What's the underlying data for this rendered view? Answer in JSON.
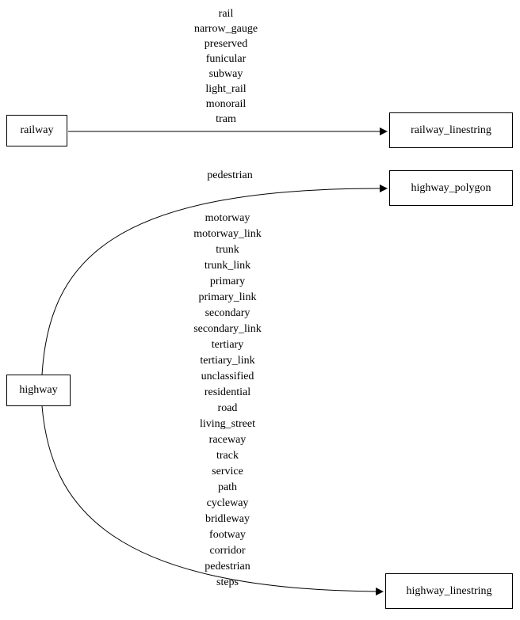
{
  "diagram": {
    "nodes": [
      {
        "id": "railway",
        "label": "railway"
      },
      {
        "id": "railway_linestring",
        "label": "railway_linestring"
      },
      {
        "id": "highway_polygon",
        "label": "highway_polygon"
      },
      {
        "id": "highway",
        "label": "highway"
      },
      {
        "id": "highway_linestring",
        "label": "highway_linestring"
      }
    ],
    "edges": [
      {
        "from": "railway",
        "to": "railway_linestring",
        "labels": [
          "rail",
          "narrow_gauge",
          "preserved",
          "funicular",
          "subway",
          "light_rail",
          "monorail",
          "tram"
        ]
      },
      {
        "from": "highway",
        "to": "highway_polygon",
        "labels": [
          "pedestrian"
        ]
      },
      {
        "from": "highway",
        "to": "highway_linestring",
        "labels": [
          "motorway",
          "motorway_link",
          "trunk",
          "trunk_link",
          "primary",
          "primary_link",
          "secondary",
          "secondary_link",
          "tertiary",
          "tertiary_link",
          "unclassified",
          "residential",
          "road",
          "living_street",
          "raceway",
          "track",
          "service",
          "path",
          "cycleway",
          "bridleway",
          "footway",
          "corridor",
          "pedestrian",
          "steps"
        ]
      }
    ],
    "colors": {
      "edge": "#000000",
      "node_border": "#000000",
      "background": "#ffffff"
    }
  }
}
